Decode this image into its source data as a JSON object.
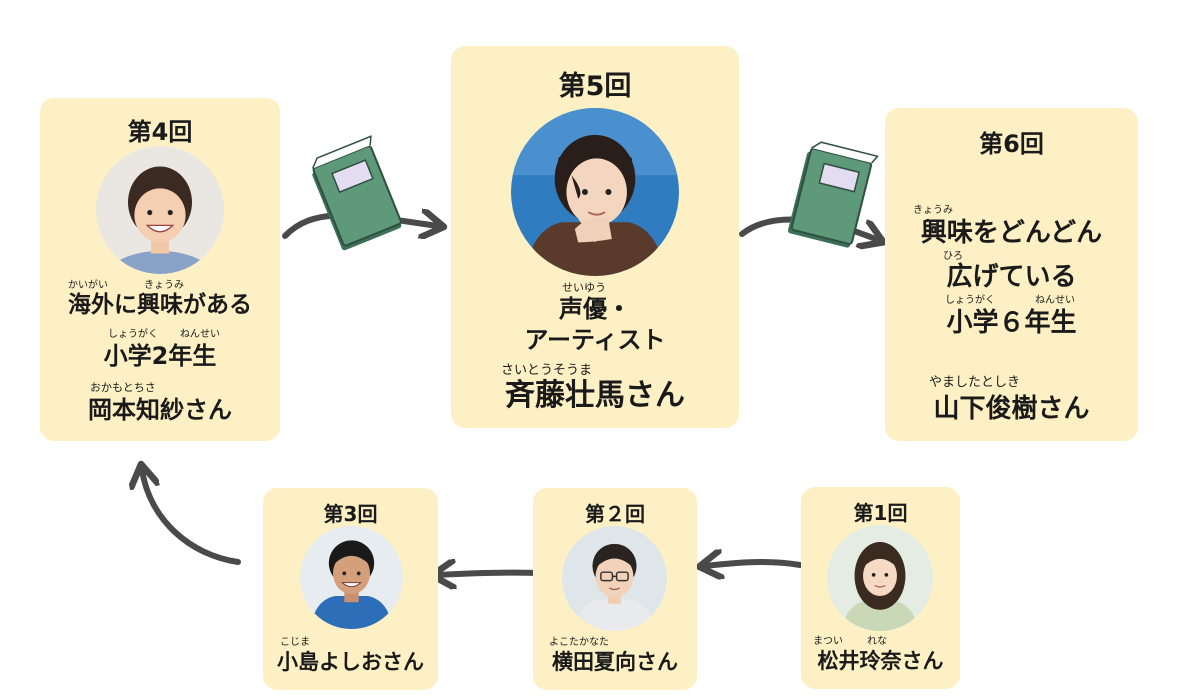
{
  "palette": {
    "card_bg": "#fdf0c4",
    "arrow": "#4a4a4a",
    "book_green": "#5e9a7a",
    "book_label": "#e4dcf0"
  },
  "card4": {
    "round": "第4回",
    "tagline_ruby_a": "かいがい",
    "tagline_ruby_b": "きょうみ",
    "tagline": "海外に興味がある",
    "grade_ruby_a": "しょうがく",
    "grade_ruby_b": "ねんせい",
    "grade": "小学2年生",
    "name_ruby": "おかもとちさ",
    "name": "岡本知紗さん"
  },
  "card5": {
    "round": "第5回",
    "role_ruby": "せいゆう",
    "role_line1": "声優・",
    "role_line2": "アーティスト",
    "name_ruby": "さいとうそうま",
    "name": "斉藤壮馬さん"
  },
  "card6": {
    "round": "第6回",
    "line1_ruby": "きょうみ",
    "line1": "興味をどんどん",
    "line2_ruby": "ひろ",
    "line2": "広げている",
    "line3_ruby_a": "しょうがく",
    "line3_ruby_b": "ねんせい",
    "line3": "小学６年生",
    "name_ruby": "やましたとしき",
    "name": "山下俊樹さん"
  },
  "card3": {
    "round": "第3回",
    "name_ruby": "こじま",
    "name": "小島よしおさん"
  },
  "card2": {
    "round": "第２回",
    "name_ruby": "よこたかなた",
    "name": "横田夏向さん"
  },
  "card1": {
    "round": "第1回",
    "name_ruby_a": "まつい",
    "name_ruby_b": "れな",
    "name": "松井玲奈さん"
  }
}
